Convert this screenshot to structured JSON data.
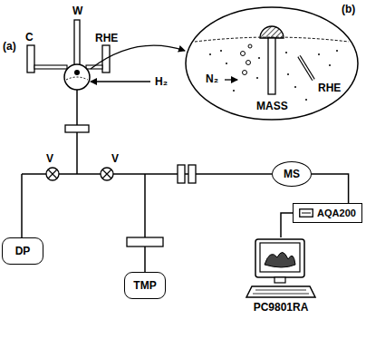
{
  "diagram": {
    "nodes": [
      {
        "text": [
          "MS"
        ]
      },
      {
        "text": [
          "AQA200"
        ]
      },
      {
        "text": [
          "PC9801RA"
        ]
      },
      {
        "text": [
          "DP"
        ]
      },
      {
        "text": [
          "TMP"
        ]
      }
    ],
    "edges": [
      {
        "from": 0,
        "to": 1,
        "arrow": "none"
      },
      {
        "from": 1,
        "to": 2,
        "arrow": "none"
      }
    ],
    "labels": [
      "(a)",
      "W",
      "C",
      "RHE",
      "H₂",
      "(b)",
      "N₂",
      "MASS",
      "RHE",
      "V",
      "V"
    ]
  }
}
